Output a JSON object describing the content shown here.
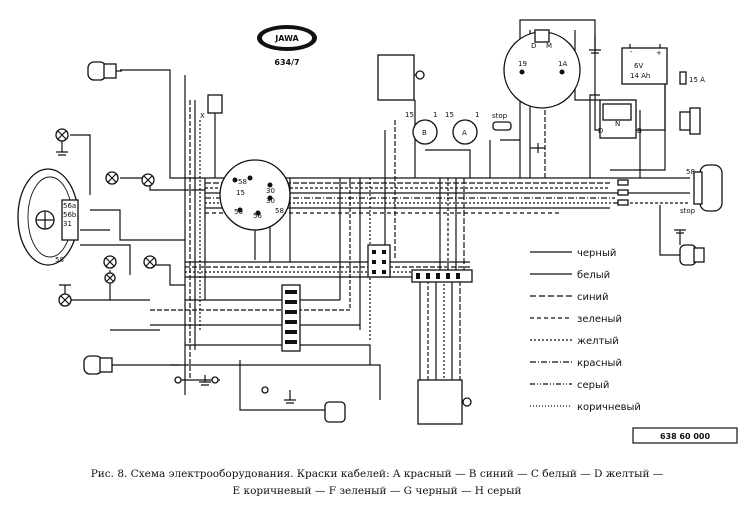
{
  "logo": {
    "brand": "JAWA"
  },
  "model": "634/7",
  "ref_code": "638 60 000",
  "labels": {
    "l56a": "56a",
    "l56b": "56b",
    "l58": "58",
    "l31": "31",
    "sw58a": "58",
    "sw15": "15",
    "sw30": "30",
    "sw30b": "30",
    "sw56": "56",
    "sw56b": "56",
    "sw58b": "58",
    "g_d": "D",
    "g_m": "M",
    "g_19": "19",
    "g_1a": "1A",
    "batt_v": "6V",
    "batt_ah": "14 Ah",
    "fuse": "15 A",
    "c15": "15",
    "c1": "1",
    "c15b": "15",
    "cb": "B",
    "c1b": "1",
    "ca": "A",
    "stop1": "stop",
    "stop2": "stop",
    "r58": "58",
    "reg_d": "D",
    "reg_n": "N",
    "reg_b": "B",
    "xlabel": "X"
  },
  "legend": [
    {
      "style": "solid",
      "label": "черный"
    },
    {
      "style": "solid",
      "label": "белый"
    },
    {
      "style": "dash-long",
      "label": "синий"
    },
    {
      "style": "dash",
      "label": "зеленый"
    },
    {
      "style": "dash-short",
      "label": "желтый"
    },
    {
      "style": "dash-dot",
      "label": "красный"
    },
    {
      "style": "dash-dot-dot",
      "label": "серый"
    },
    {
      "style": "dotted",
      "label": "коричневый"
    }
  ],
  "caption": {
    "line1": "Рис. 8. Схема электрооборудования. Краски кабелей: A красный — B синий — C белый — D желтый —",
    "line2": "E коричневый — F зеленый — G черный — H серый"
  }
}
